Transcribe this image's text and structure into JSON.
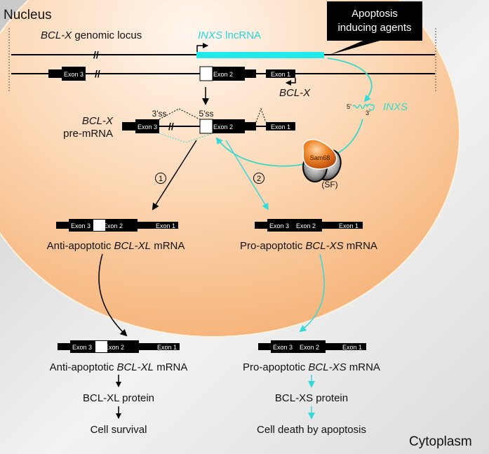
{
  "regions": {
    "nucleus_label": "Nucleus",
    "cytoplasm_label": "Cytoplasm"
  },
  "colors": {
    "nucleus_fill": "#f9c08e",
    "nucleus_highlight": "#fff3e8",
    "cytoplasm_fill": "#d8d8d8",
    "inxs": "#22e8e8",
    "inxs_arrow": "#35d9c8",
    "exon": "#000000",
    "sam68": "#e8701a"
  },
  "callout": {
    "line1": "Apoptosis",
    "line2": "inducing agents"
  },
  "genomic": {
    "title_italic": "BCL-X",
    "title_rest": " genomic locus",
    "inxs_italic": "INXS",
    "inxs_rest": " lncRNA",
    "gene_label": "BCL-X",
    "exons": [
      "Exon 3",
      "Exon 2",
      "Exon 1"
    ]
  },
  "pre_mrna": {
    "label_italic": "BCL-X",
    "label_rest": "pre-mRNA",
    "ss3": "3’ss",
    "ss5": "5’ss",
    "exons": [
      "Exon 3",
      "Exon 2",
      "Exon 1"
    ]
  },
  "inxs_rna": {
    "five_prime": "5’",
    "three_prime": "3’",
    "label": "INXS"
  },
  "factor": {
    "name": "Sam68",
    "sf": "(SF)"
  },
  "pathways": [
    {
      "number": "1",
      "mrna_prefix": "Anti-apoptotic ",
      "mrna_italic": "BCL-XL",
      "mrna_suffix": " mRNA",
      "exons": [
        "Exon 3",
        "Exon 2",
        "Exon 1"
      ],
      "protein": "BCL-XL protein",
      "outcome": "Cell survival"
    },
    {
      "number": "2",
      "mrna_prefix": "Pro-apoptotic ",
      "mrna_italic": "BCL-XS",
      "mrna_suffix": " mRNA",
      "exons": [
        "Exon 3",
        "Exon 2",
        "Exon 1"
      ],
      "protein": "BCL-XS protein",
      "outcome": "Cell death by apoptosis"
    }
  ]
}
